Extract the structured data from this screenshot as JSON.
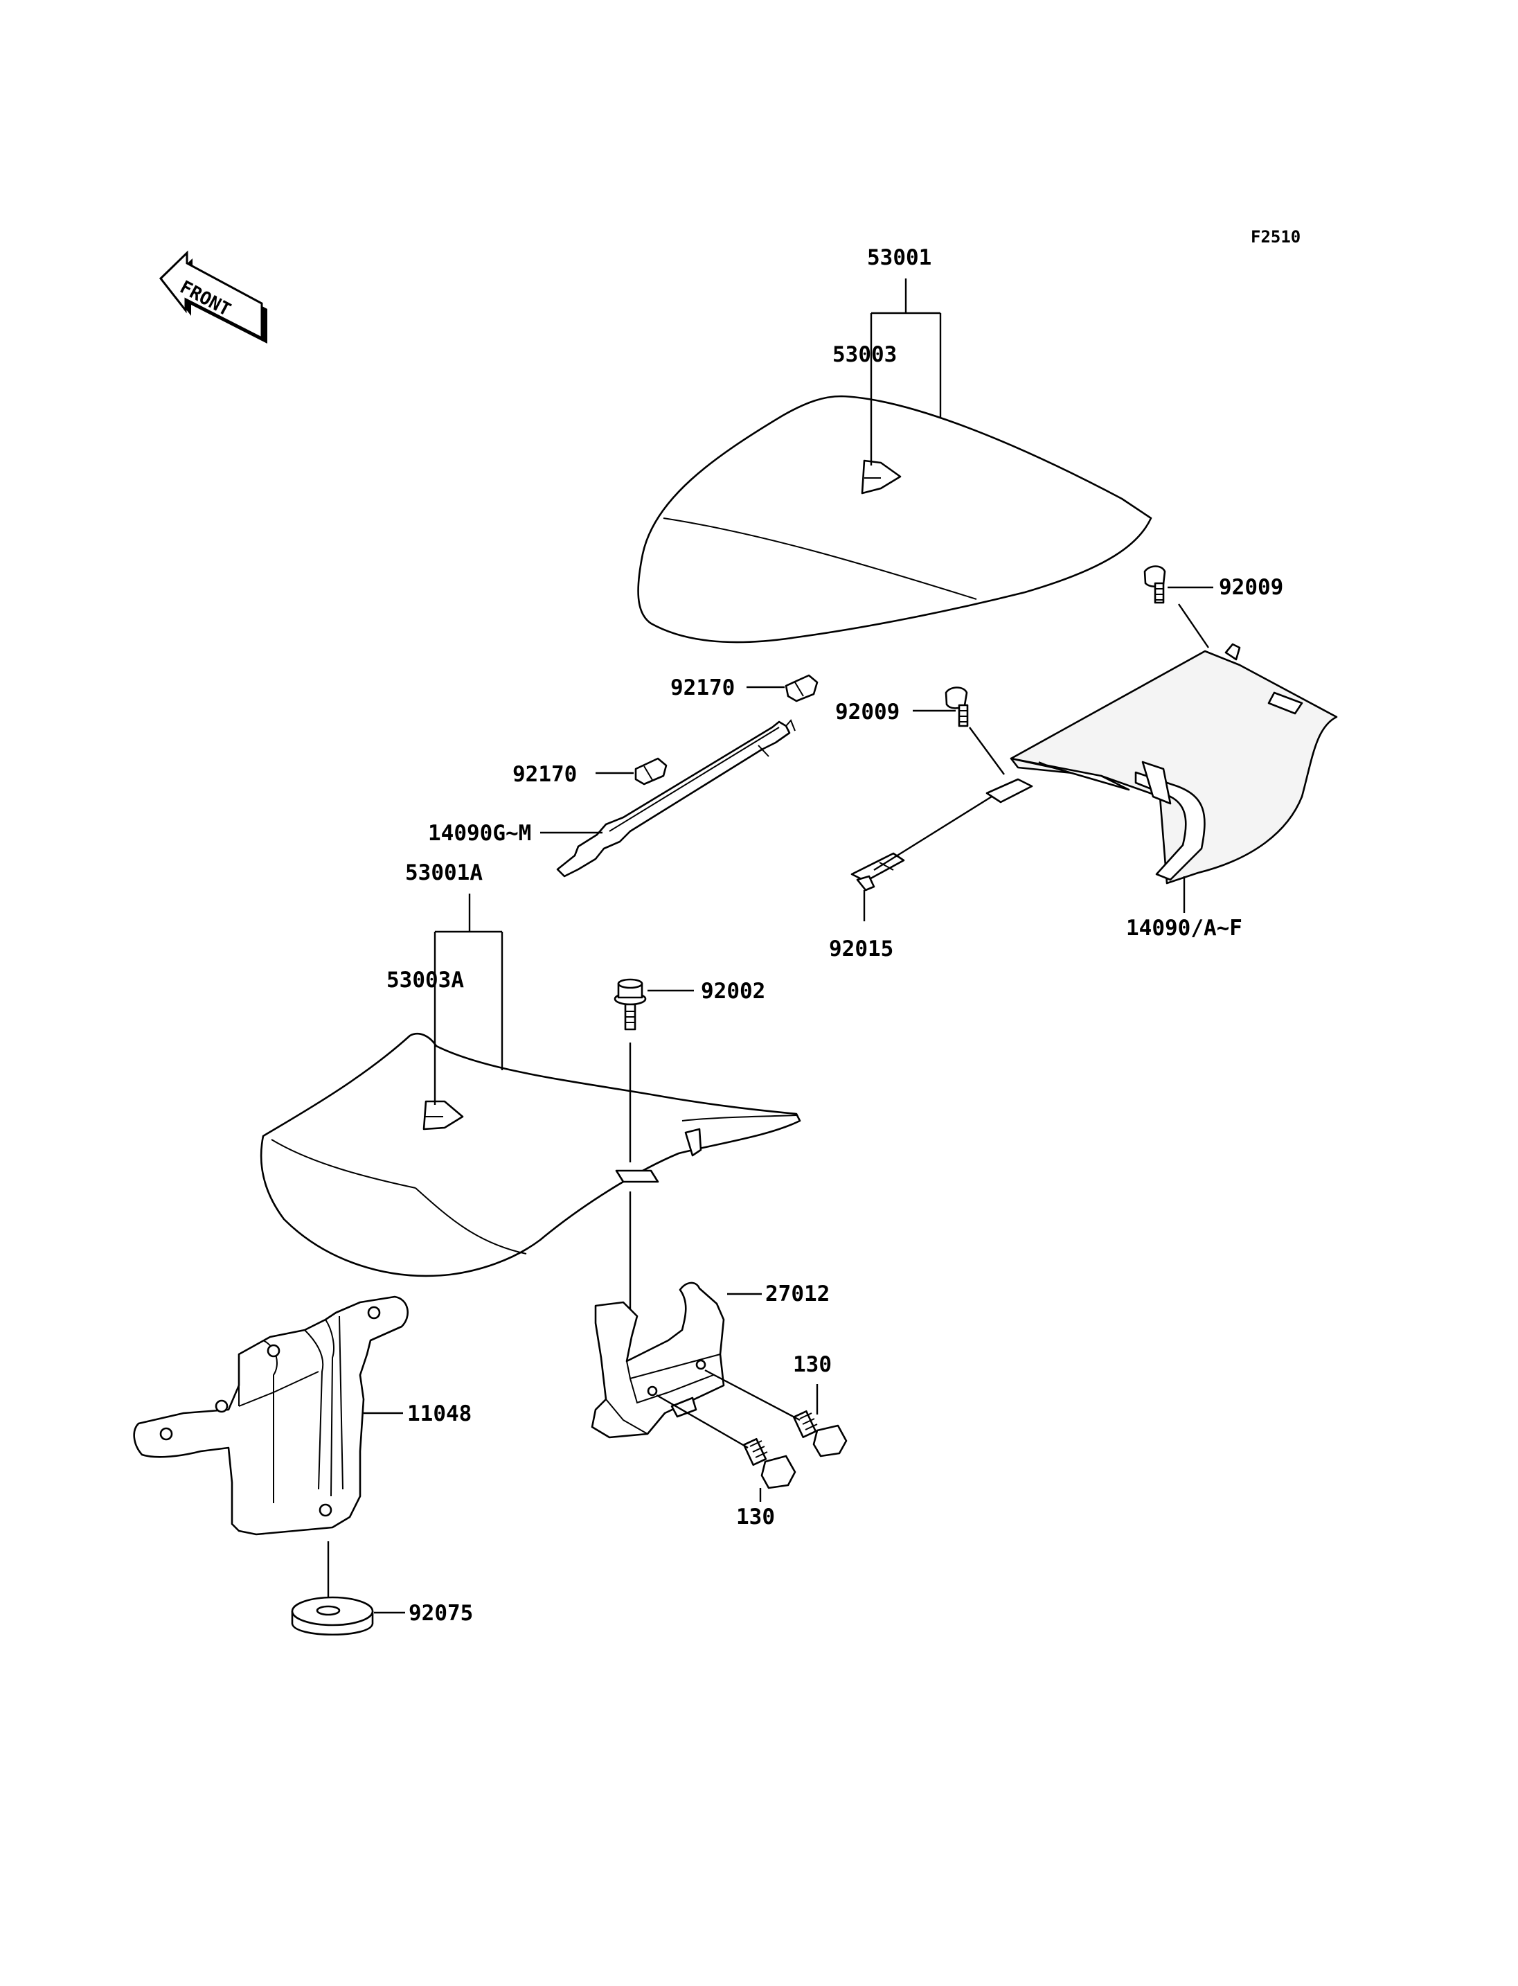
{
  "figure_code": "F2510",
  "front_arrow": {
    "text": "FRONT",
    "icon": "front-direction-arrow-icon"
  },
  "labels": {
    "l53001": "53001",
    "l53003": "53003",
    "l92009a": "92009",
    "l92009b": "92009",
    "l92170a": "92170",
    "l92170b": "92170",
    "l14090gm": "14090G~M",
    "l92015": "92015",
    "l14090af": "14090/A~F",
    "l53001a": "53001A",
    "l53003a": "53003A",
    "l92002": "92002",
    "l27012": "27012",
    "l130a": "130",
    "l130b": "130",
    "l11048": "11048",
    "l92075": "92075"
  },
  "colors": {
    "ink": "#000000",
    "paper": "#ffffff"
  }
}
